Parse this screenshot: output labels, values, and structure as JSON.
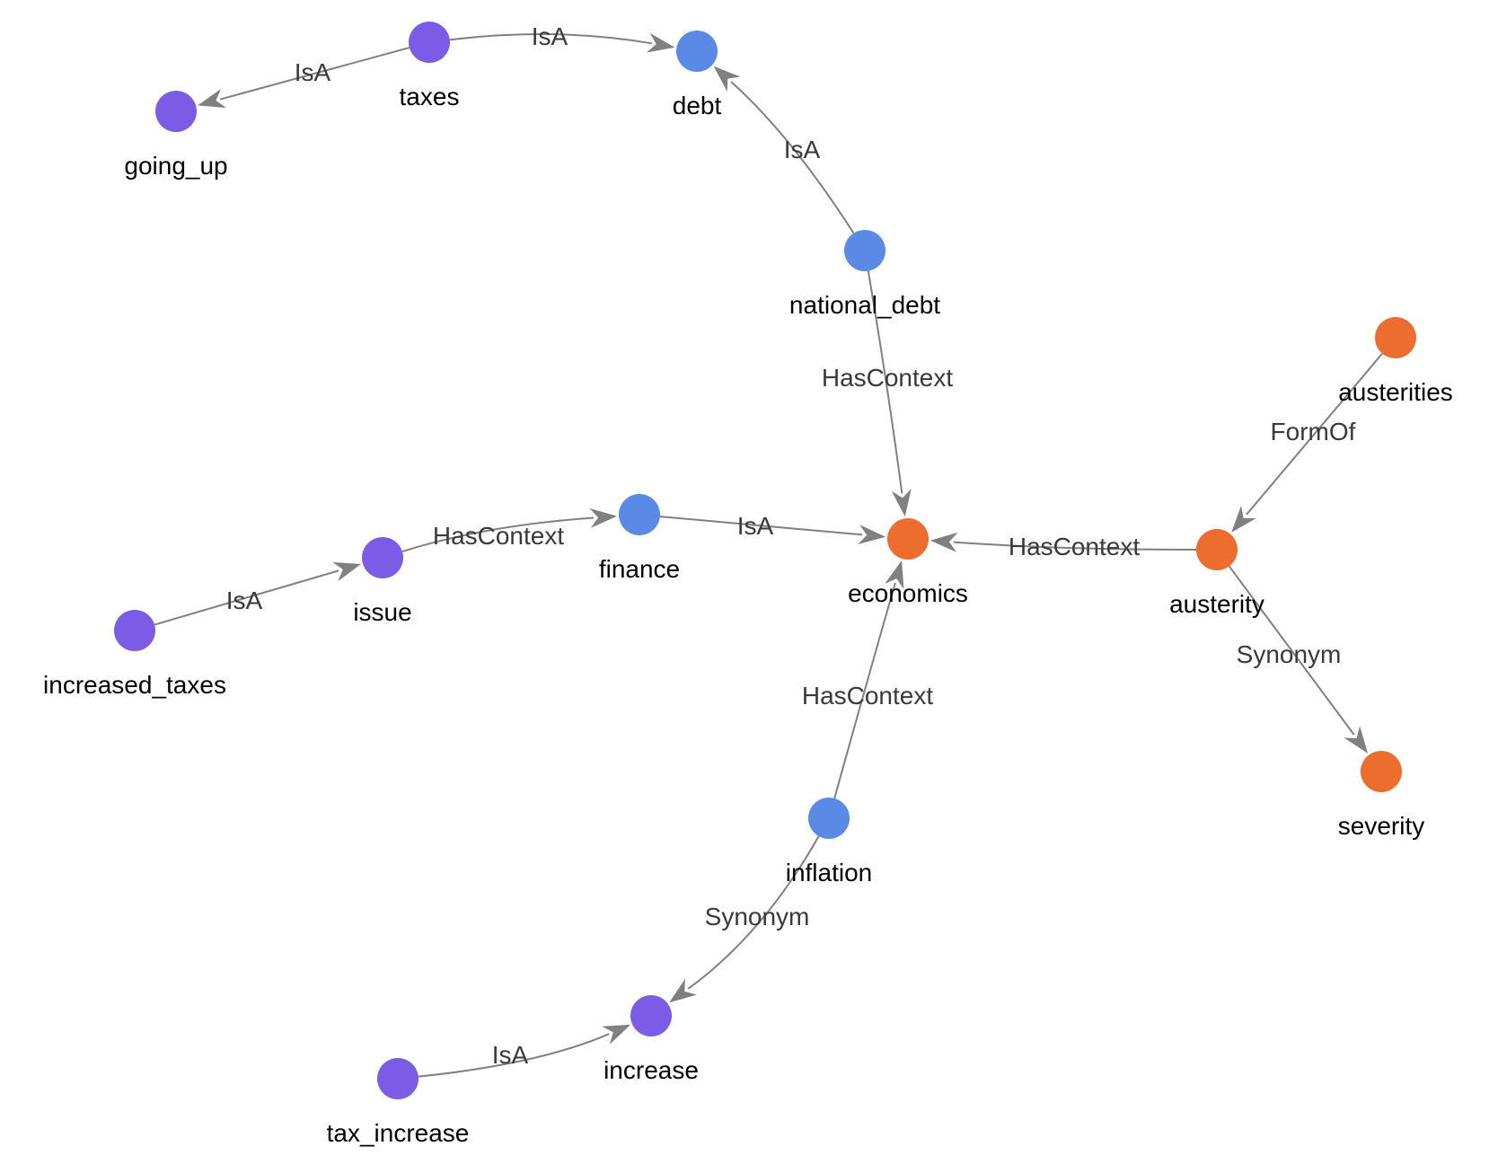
{
  "colors": {
    "purple": "#7b5ce6",
    "blue": "#5b8ae6",
    "orange": "#ec6d2e",
    "edge": "#808080"
  },
  "nodes": [
    {
      "id": "taxes",
      "label": "taxes",
      "color": "purple"
    },
    {
      "id": "going_up",
      "label": "going_up",
      "color": "purple"
    },
    {
      "id": "debt",
      "label": "debt",
      "color": "blue"
    },
    {
      "id": "national_debt",
      "label": "national_debt",
      "color": "blue"
    },
    {
      "id": "economics",
      "label": "economics",
      "color": "orange"
    },
    {
      "id": "austerities",
      "label": "austerities",
      "color": "orange"
    },
    {
      "id": "austerity",
      "label": "austerity",
      "color": "orange"
    },
    {
      "id": "severity",
      "label": "severity",
      "color": "orange"
    },
    {
      "id": "finance",
      "label": "finance",
      "color": "blue"
    },
    {
      "id": "issue",
      "label": "issue",
      "color": "purple"
    },
    {
      "id": "increased_taxes",
      "label": "increased_taxes",
      "color": "purple"
    },
    {
      "id": "inflation",
      "label": "inflation",
      "color": "blue"
    },
    {
      "id": "increase",
      "label": "increase",
      "color": "purple"
    },
    {
      "id": "tax_increase",
      "label": "tax_increase",
      "color": "purple"
    }
  ],
  "edges": [
    {
      "from": "taxes",
      "to": "going_up",
      "label": "IsA"
    },
    {
      "from": "taxes",
      "to": "debt",
      "label": "IsA"
    },
    {
      "from": "national_debt",
      "to": "debt",
      "label": "IsA"
    },
    {
      "from": "national_debt",
      "to": "economics",
      "label": "HasContext"
    },
    {
      "from": "austerities",
      "to": "austerity",
      "label": "FormOf"
    },
    {
      "from": "austerity",
      "to": "economics",
      "label": "HasContext"
    },
    {
      "from": "austerity",
      "to": "severity",
      "label": "Synonym"
    },
    {
      "from": "finance",
      "to": "economics",
      "label": "IsA"
    },
    {
      "from": "issue",
      "to": "finance",
      "label": "HasContext"
    },
    {
      "from": "increased_taxes",
      "to": "issue",
      "label": "IsA"
    },
    {
      "from": "inflation",
      "to": "economics",
      "label": "HasContext"
    },
    {
      "from": "inflation",
      "to": "increase",
      "label": "Synonym"
    },
    {
      "from": "tax_increase",
      "to": "increase",
      "label": "IsA"
    }
  ]
}
